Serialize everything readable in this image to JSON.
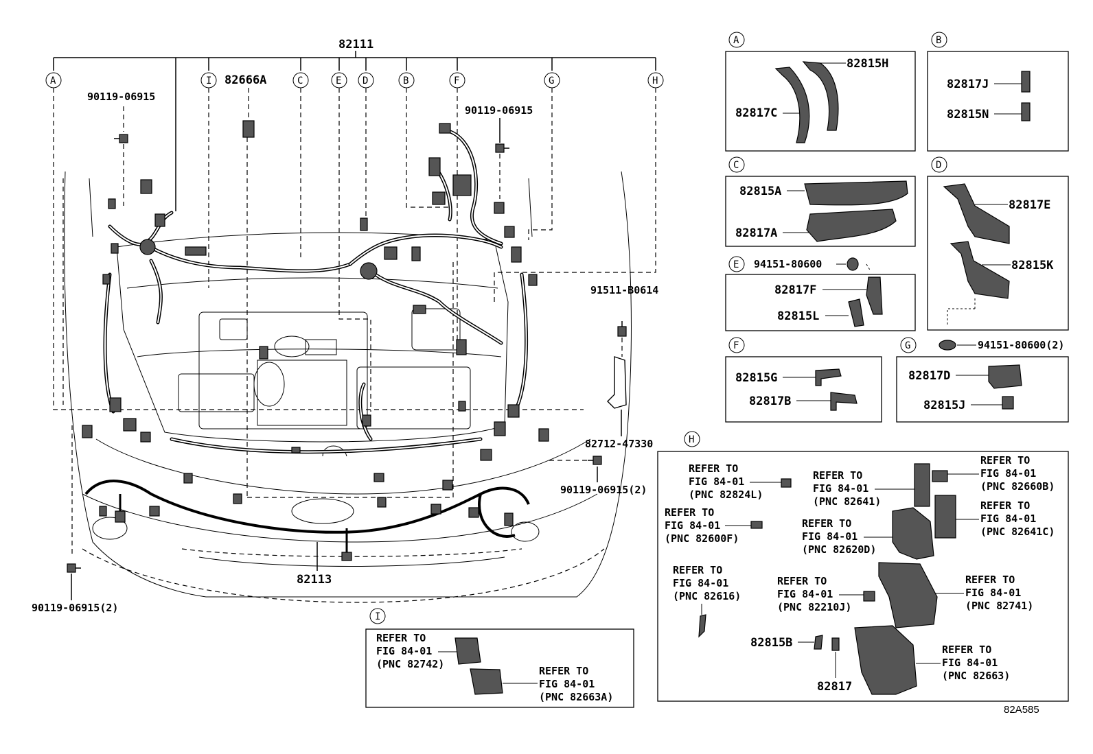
{
  "diagram": {
    "main_harness_label": "82111",
    "lower_harness_label": "82113",
    "callouts_top": [
      "A",
      "I",
      "82666A",
      "C",
      "E",
      "D",
      "B",
      "F",
      "G",
      "H"
    ],
    "bolt_left_top": "90119-06915",
    "bolt_right_top": "90119-06915",
    "bolt_left_bottom": "90119-06915(2)",
    "bolt_right_mid": "90119-06915(2)",
    "bracket_bolt": "91511-B0614",
    "bracket_label": "82712-47330",
    "drawing_number": "82A585"
  },
  "detail_a": {
    "letter": "A",
    "parts": [
      "82815H",
      "82817C"
    ]
  },
  "detail_b": {
    "letter": "B",
    "parts": [
      "82817J",
      "82815N"
    ]
  },
  "detail_c": {
    "letter": "C",
    "parts": [
      "82815A",
      "82817A"
    ]
  },
  "detail_d": {
    "letter": "D",
    "parts": [
      "82817E",
      "82815K"
    ],
    "clip": "94151-80600(2)"
  },
  "detail_e": {
    "letter": "E",
    "parts": [
      "82817F",
      "82815L"
    ],
    "clip": "94151-80600"
  },
  "detail_f": {
    "letter": "F",
    "parts": [
      "82815G",
      "82817B"
    ]
  },
  "detail_g": {
    "letter": "G",
    "parts": [
      "82817D",
      "82815J"
    ]
  },
  "detail_h": {
    "letter": "H",
    "refs": [
      [
        "REFER TO",
        "FIG 84-01",
        "(PNC 82824L)"
      ],
      [
        "REFER TO",
        "FIG 84-01",
        "(PNC 82641)"
      ],
      [
        "REFER TO",
        "FIG 84-01",
        "(PNC 82660B)"
      ],
      [
        "REFER TO",
        "FIG 84-01",
        "(PNC 82600F)"
      ],
      [
        "REFER TO",
        "FIG 84-01",
        "(PNC 82620D)"
      ],
      [
        "REFER TO",
        "FIG 84-01",
        "(PNC 82641C)"
      ],
      [
        "REFER TO",
        "FIG 84-01",
        "(PNC 82616)"
      ],
      [
        "REFER TO",
        "FIG 84-01",
        "(PNC 82210J)"
      ],
      [
        "REFER TO",
        "FIG 84-01",
        "(PNC 82741)"
      ],
      [
        "REFER TO",
        "FIG 84-01",
        "(PNC 82663)"
      ]
    ],
    "parts": [
      "82815B",
      "82817"
    ]
  },
  "detail_i": {
    "letter": "I",
    "refs": [
      [
        "REFER TO",
        "FIG 84-01",
        "(PNC 82742)"
      ],
      [
        "REFER TO",
        "FIG 84-01",
        "(PNC 82663A)"
      ]
    ]
  }
}
